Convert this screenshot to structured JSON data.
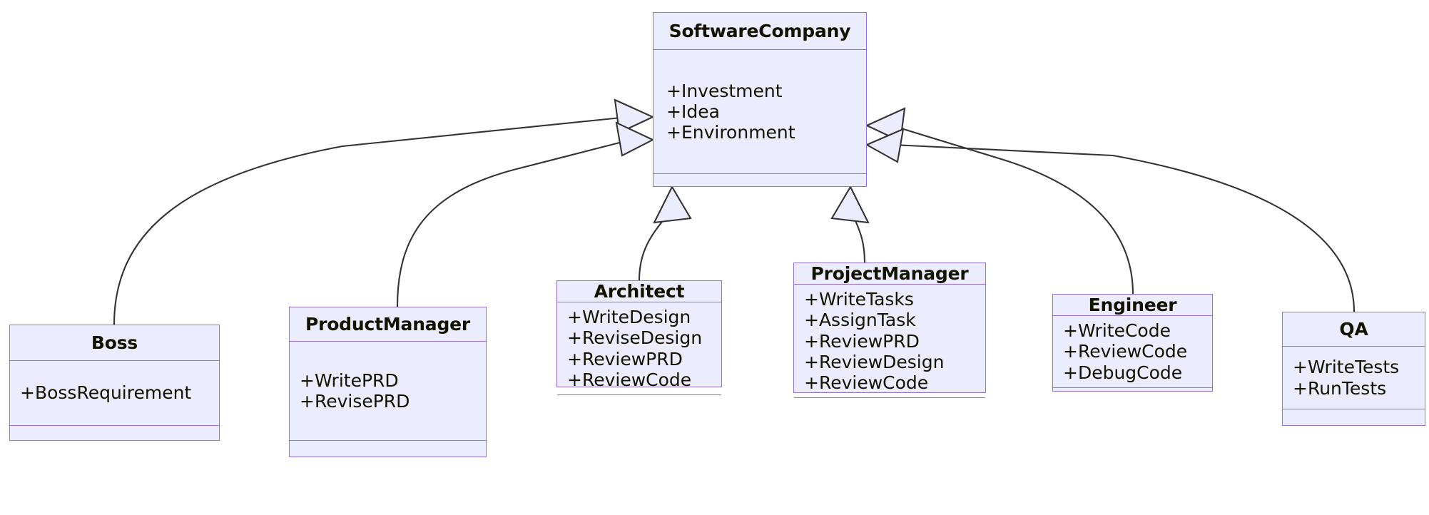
{
  "diagram": {
    "kind": "uml-class-diagram",
    "relation_type": "generalization",
    "colors": {
      "box_fill": "#ececff",
      "box_border": "#9370db",
      "text": "#131300",
      "edge_line": "#333333",
      "arrowhead_fill": "#ececff",
      "background": "#ffffff"
    }
  },
  "classes": [
    {
      "id": "software-company",
      "name": "SoftwareCompany",
      "attributes": [
        "+Investment",
        "+Idea",
        "+Environment"
      ],
      "methods": []
    },
    {
      "id": "boss",
      "name": "Boss",
      "attributes": [
        "+BossRequirement"
      ],
      "methods": []
    },
    {
      "id": "product-manager",
      "name": "ProductManager",
      "attributes": [
        "+WritePRD",
        "+RevisePRD"
      ],
      "methods": []
    },
    {
      "id": "architect",
      "name": "Architect",
      "attributes": [
        "+WriteDesign",
        "+ReviseDesign",
        "+ReviewPRD",
        "+ReviewCode"
      ],
      "methods": []
    },
    {
      "id": "project-manager",
      "name": "ProjectManager",
      "attributes": [
        "+WriteTasks",
        "+AssignTask",
        "+ReviewPRD",
        "+ReviewDesign",
        "+ReviewCode"
      ],
      "methods": []
    },
    {
      "id": "engineer",
      "name": "Engineer",
      "attributes": [
        "+WriteCode",
        "+ReviewCode",
        "+DebugCode"
      ],
      "methods": []
    },
    {
      "id": "qa",
      "name": "QA",
      "attributes": [
        "+WriteTests",
        "+RunTests"
      ],
      "methods": []
    }
  ],
  "relations": [
    {
      "from": "boss",
      "to": "software-company",
      "type": "generalization"
    },
    {
      "from": "product-manager",
      "to": "software-company",
      "type": "generalization"
    },
    {
      "from": "architect",
      "to": "software-company",
      "type": "generalization"
    },
    {
      "from": "project-manager",
      "to": "software-company",
      "type": "generalization"
    },
    {
      "from": "engineer",
      "to": "software-company",
      "type": "generalization"
    },
    {
      "from": "qa",
      "to": "software-company",
      "type": "generalization"
    }
  ]
}
